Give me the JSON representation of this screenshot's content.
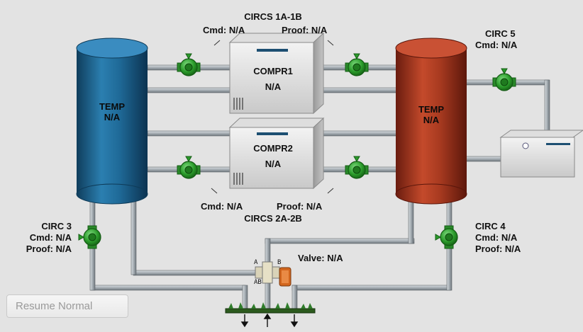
{
  "tanks": {
    "left": {
      "title": "TEMP",
      "value": "N/A",
      "color": "#1b5f86"
    },
    "right": {
      "title": "TEMP",
      "value": "N/A",
      "color": "#a8351f"
    }
  },
  "compressors": {
    "compr1": {
      "title": "COMPR1",
      "value": "N/A"
    },
    "compr2": {
      "title": "COMPR2",
      "value": "N/A"
    }
  },
  "circs": {
    "circs_1a_1b": {
      "title": "CIRCS 1A-1B",
      "cmd": "Cmd: N/A",
      "proof": "Proof: N/A"
    },
    "circs_2a_2b": {
      "title": "CIRCS 2A-2B",
      "cmd": "Cmd: N/A",
      "proof": "Proof: N/A"
    },
    "circ3": {
      "title": "CIRC 3",
      "cmd": "Cmd: N/A",
      "proof": "Proof: N/A"
    },
    "circ4": {
      "title": "CIRC 4",
      "cmd": "Cmd: N/A",
      "proof": "Proof: N/A"
    },
    "circ5": {
      "title": "CIRC 5",
      "cmd": "Cmd: N/A"
    }
  },
  "valve": {
    "label": "Valve: N/A",
    "port_a": "A",
    "port_b": "B",
    "port_ab": "AB"
  },
  "resume_button": {
    "label": "Resume Normal"
  },
  "colors": {
    "pump": "#2a9a2a",
    "pipe": "#9aa3aa",
    "background": "#e3e3e3",
    "actuator": "#d2661e"
  }
}
